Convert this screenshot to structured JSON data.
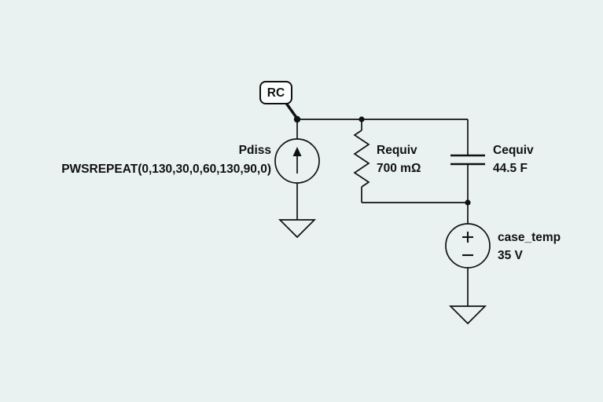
{
  "schematic": {
    "node_tag": "RC",
    "components": {
      "current_source": {
        "name": "Pdiss",
        "value": "PWSREPEAT(0,130,30,0,60,130,90,0)"
      },
      "resistor": {
        "name": "Requiv",
        "value": "700 mΩ"
      },
      "capacitor": {
        "name": "Cequiv",
        "value": "44.5 F"
      },
      "voltage_source": {
        "name": "case_temp",
        "value": "35 V"
      }
    },
    "colors": {
      "background": "#e9f1f1",
      "stroke": "#111111"
    }
  }
}
